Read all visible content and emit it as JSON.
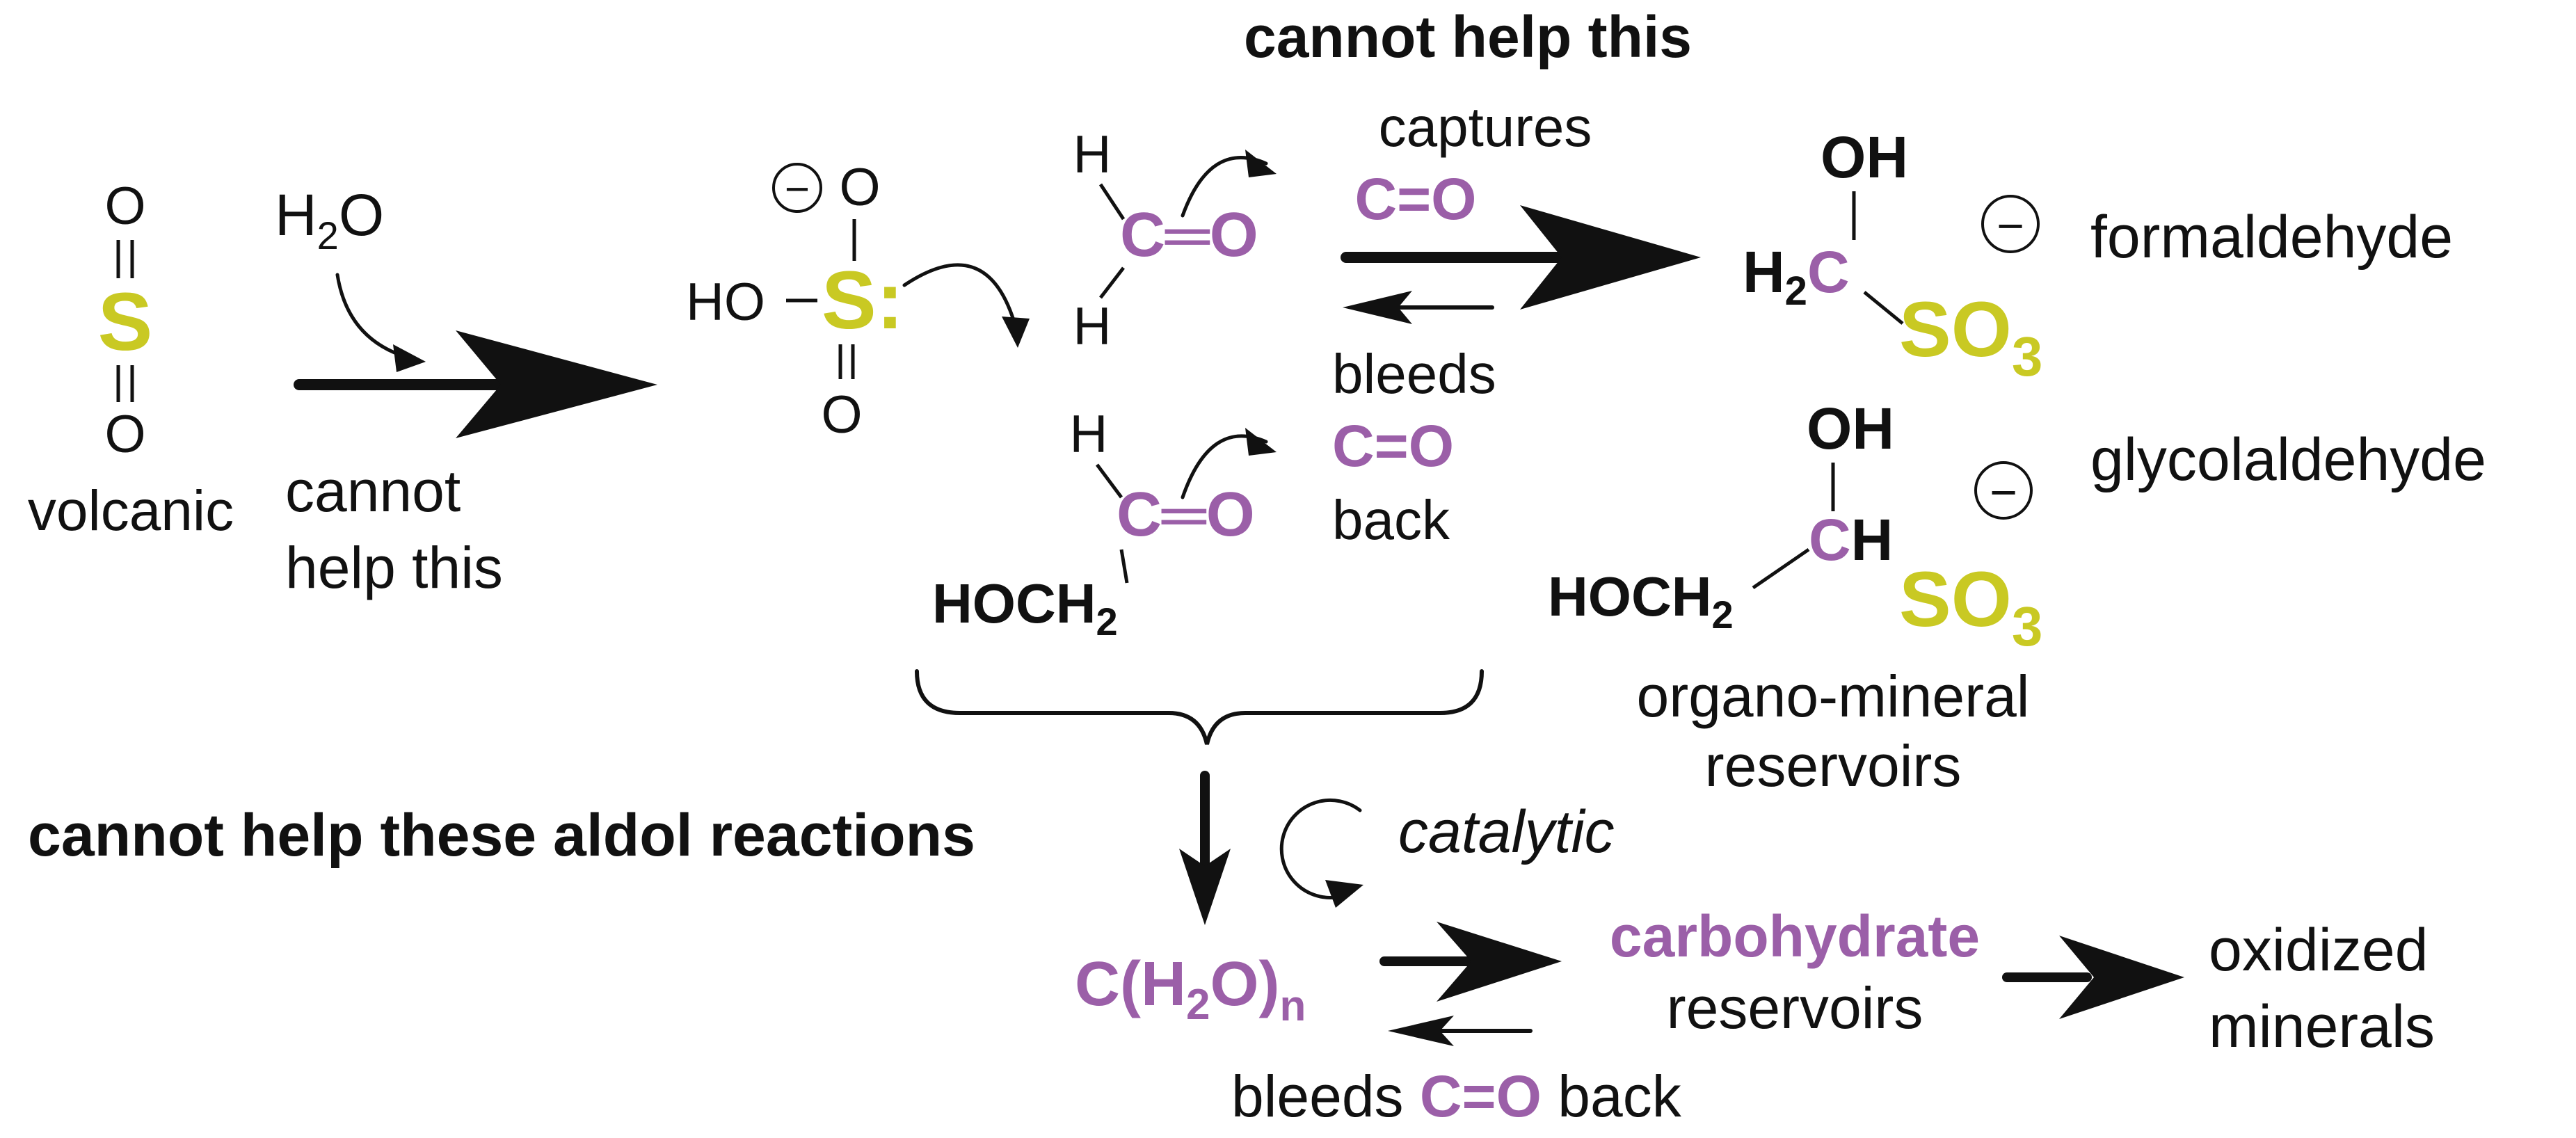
{
  "title": "cannot help this",
  "volcanic": {
    "atom_s": "S",
    "atom_o_top": "O",
    "atom_o_bottom": "O",
    "label": "volcanic"
  },
  "hydration": {
    "reagent_main": "H",
    "reagent_sub": "2",
    "reagent_tail": "O",
    "note_line1": "cannot",
    "note_line2": "help this"
  },
  "bisulfite": {
    "charge": "−",
    "o_top": "O",
    "ho": "HO",
    "s_atom": "S:",
    "o_bottom": "O"
  },
  "formaldehyde_reactant": {
    "h_top": "H",
    "h_bottom": "H",
    "carbonyl": "C═O"
  },
  "glycolaldehyde_reactant": {
    "h_top": "H",
    "carbonyl": "C═O",
    "hoch_main": "HOCH",
    "hoch_sub": "2"
  },
  "equilibrium_top": {
    "captures": "captures",
    "captures_co": "C=O",
    "bleeds": "bleeds",
    "bleeds_co": "C=O",
    "back": "back"
  },
  "adduct_formaldehyde": {
    "oh": "OH",
    "h2c_main": "H",
    "h2c_sub": "2",
    "h2c_tail": "C",
    "so3_main": "SO",
    "so3_sub": "3",
    "charge": "−",
    "name": "formaldehyde"
  },
  "adduct_glycolaldehyde": {
    "oh": "OH",
    "ch_c": "C",
    "ch_h": "H",
    "hoch_main": "HOCH",
    "hoch_sub": "2",
    "so3_main": "SO",
    "so3_sub": "3",
    "charge": "−",
    "name": "glycolaldehyde"
  },
  "reservoirs_label": {
    "line1": "organo-mineral",
    "line2": "reservoirs"
  },
  "aldol": {
    "label": "cannot help these aldol reactions",
    "catalytic": "catalytic",
    "product_main": "C(H",
    "product_sub": "2",
    "product_tail": "O)",
    "product_n": "n"
  },
  "carbohydrate": {
    "line1": "carbohydrate",
    "line2": "reservoirs",
    "bleeds": "bleeds",
    "bleeds_co": "C=O",
    "back": "back"
  },
  "oxidized": {
    "line1": "oxidized",
    "line2": "minerals"
  },
  "colors": {
    "carbonyl_purple": "#9b5fa8",
    "sulfur_yellow": "#c9c923",
    "ink": "#111111"
  }
}
